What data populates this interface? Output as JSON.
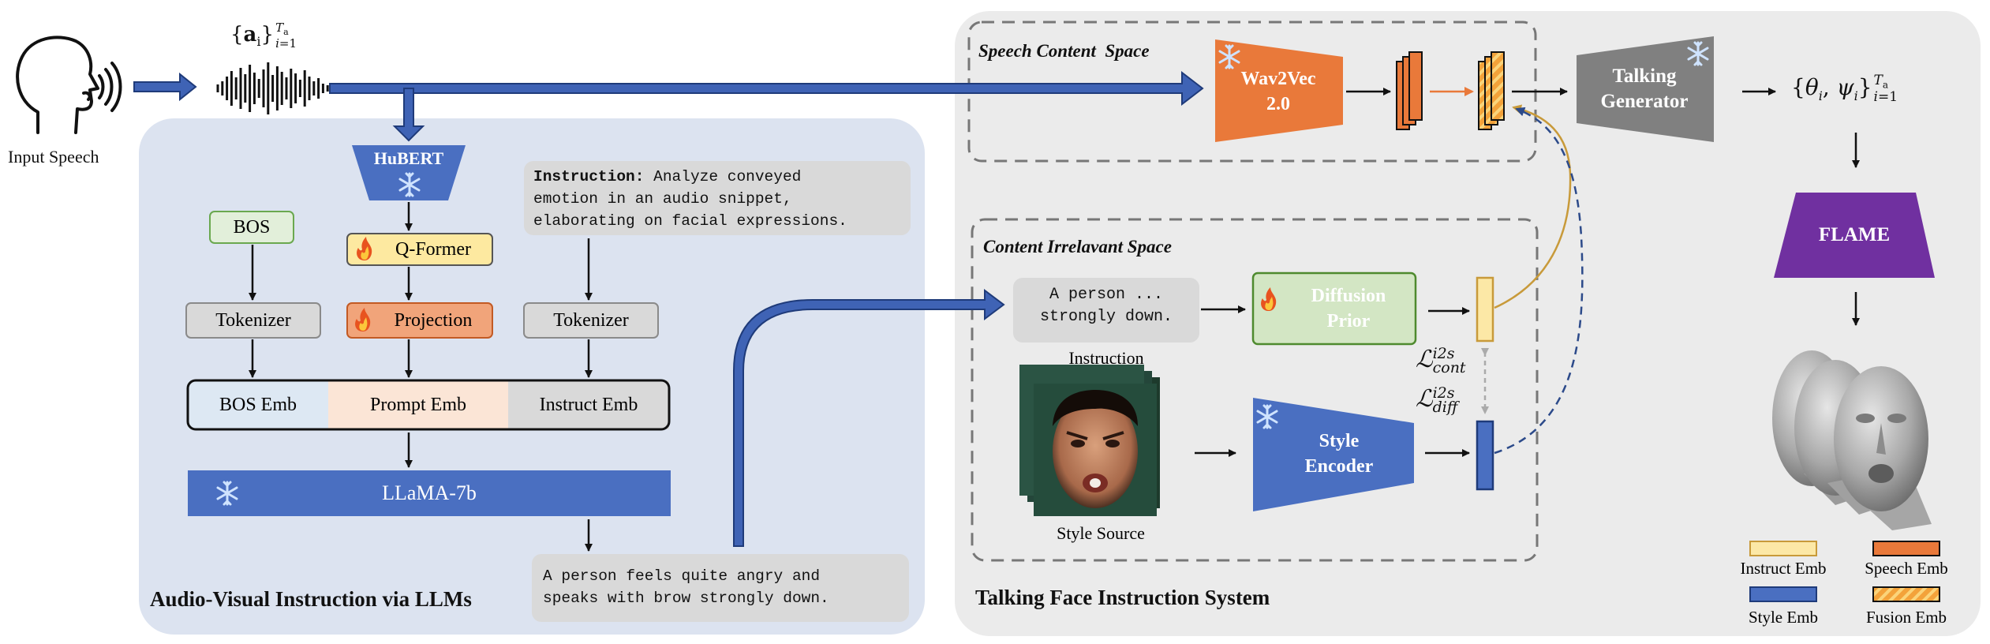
{
  "input": {
    "label": "Input Speech"
  },
  "audio_seq_label": "{a_i}_{i=1}^{T_a}",
  "left_panel": {
    "title": "Audio-Visual Instruction via LLMs",
    "hubert": "HuBERT",
    "bos": "BOS",
    "qformer": "Q-Former",
    "instruction_prefix": "Instruction:",
    "instruction_text_line1": " Analyze conveyed",
    "instruction_text_line2": "emotion in an audio snippet,",
    "instruction_text_line3": "elaborating on facial expressions.",
    "tokenizer_left": "Tokenizer",
    "projection": "Projection",
    "tokenizer_right": "Tokenizer",
    "bos_emb": "BOS Emb",
    "prompt_emb": "Prompt Emb",
    "instruct_emb": "Instruct Emb",
    "llama": "LLaMA-7b",
    "output_line1": "A person feels quite angry and",
    "output_line2": "speaks with brow strongly down."
  },
  "right_panel": {
    "title": "Talking Face Instruction System",
    "speech_space": "Speech Content  Space",
    "wav2vec_line1": "Wav2Vec",
    "wav2vec_line2": "2.0",
    "talking_line1": "Talking",
    "talking_line2": "Generator",
    "output_params": "{θ_i, ψ_i}_{i=1}^{T_a}",
    "flame": "FLAME",
    "content_irrelevant_space": "Content Irrelavant Space",
    "instr_box_line1": "A person ...",
    "instr_box_line2": "strongly down.",
    "instruction_caption": "Instruction",
    "diffusion_line1": "Diffusion",
    "diffusion_line2": "Prior",
    "loss_cont": "L_cont^i2s",
    "loss_diff": "L_diff^i2s",
    "style_encoder_line1": "Style",
    "style_encoder_line2": "Encoder",
    "style_source": "Style Source"
  },
  "legend": {
    "instruct_emb": "Instruct Emb",
    "speech_emb": "Speech Emb",
    "style_emb": "Style Emb",
    "fusion_emb": "Fusion Emb"
  },
  "colors": {
    "panel_left_bg": "#dce3f0",
    "panel_right_bg": "#ebebeb",
    "blue_arrow": "#3f63b5",
    "orange": "#e9793a",
    "style_blue": "#4a6fc1",
    "instruct_yellow": "#fce8a6",
    "llama_blue": "#4a6fc1",
    "diffusion_green": "#d3e6c4",
    "flame_purple": "#7030a0",
    "gen_gray": "#808080",
    "projection_orange": "#f1a47a",
    "qformer_yellow": "#fde9a0",
    "bos_green": "#e2efda",
    "gray_box": "#d9d9d9"
  },
  "icons": {
    "speaker_head": "speaking-head-icon",
    "snowflake": "snowflake-icon",
    "fire": "fire-icon"
  }
}
